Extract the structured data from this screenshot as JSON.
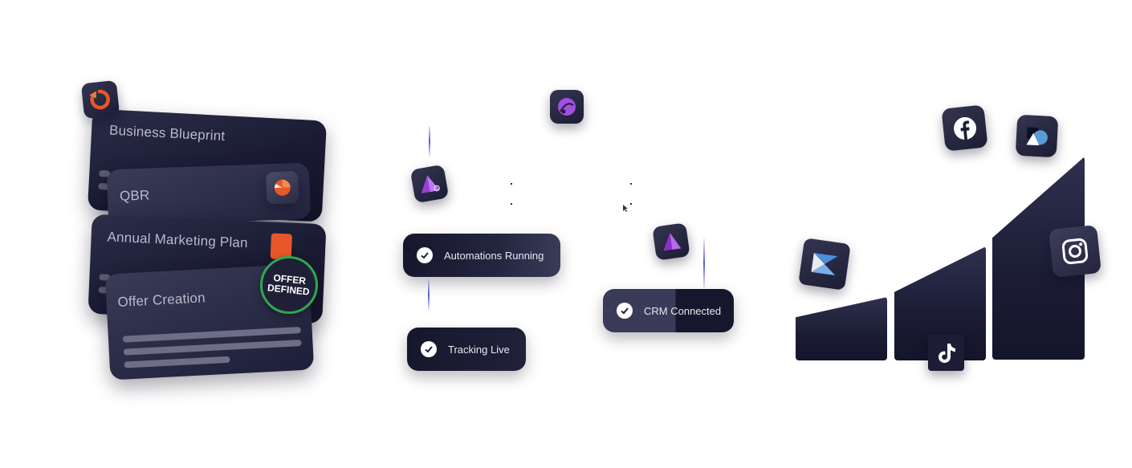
{
  "cards": {
    "blueprint": "Business Blueprint",
    "qbr": "QBR",
    "marketing": "Annual Marketing Plan",
    "offer": "Offer Creation",
    "badge_line1": "OFFER",
    "badge_line2": "DEFINED"
  },
  "status": {
    "automations": "Automations Running",
    "tracking": "Tracking Live",
    "crm": "CRM Connected"
  },
  "colors": {
    "card_dark": "#1a1b33",
    "accent_orange": "#e8572a",
    "accent_purple": "#9b3fd6",
    "badge_green": "#2fa84f"
  },
  "icons": [
    "refresh-icon",
    "pie-chart-icon",
    "document-icon",
    "gauge-icon",
    "triangle-shape-icon",
    "check-icon",
    "facebook-icon",
    "shapes-icon",
    "instagram-icon",
    "tiktok-icon",
    "hourglass-icon",
    "cursor-icon"
  ]
}
